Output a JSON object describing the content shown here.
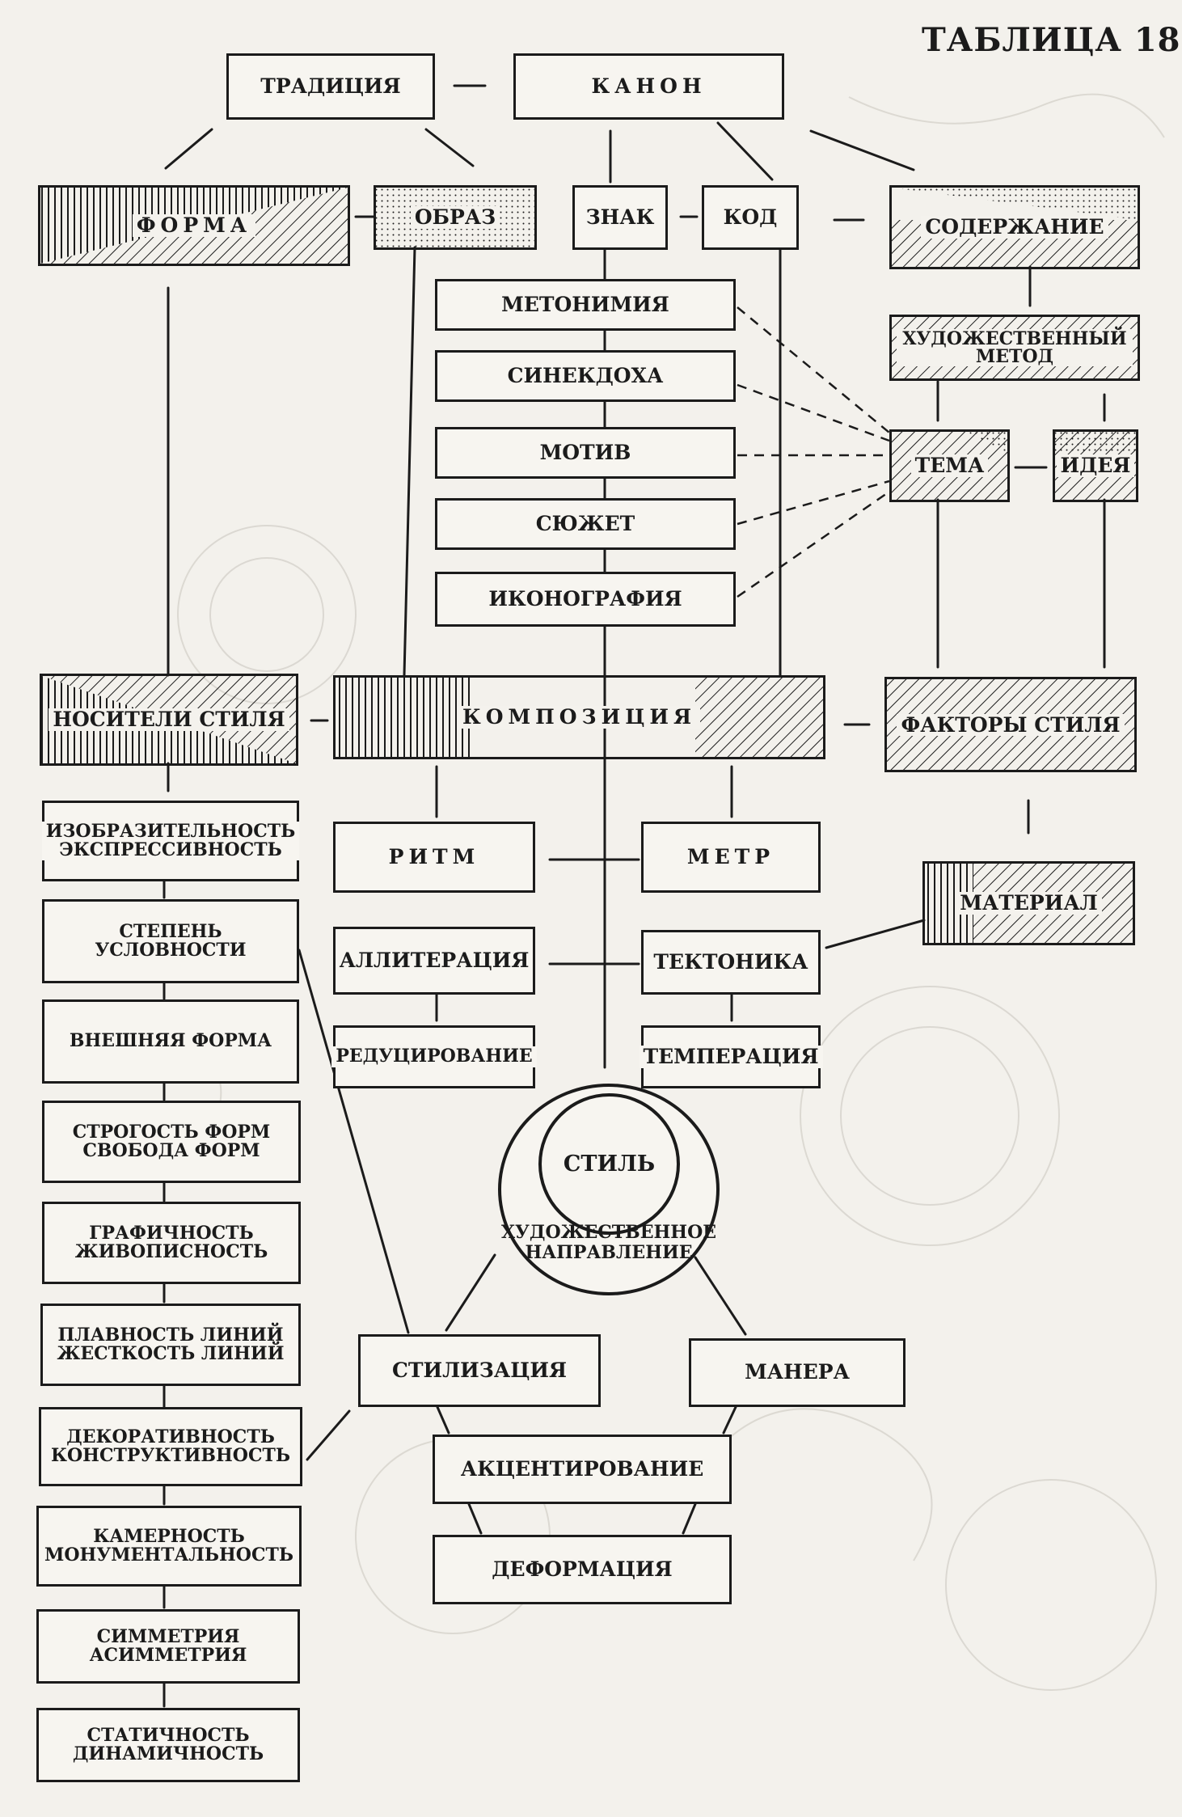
{
  "title": "ТАБЛИЦА 18",
  "nodes": {
    "tradition": "ТРАДИЦИЯ",
    "canon": "КАНОН",
    "form": "ФОРМА",
    "image": "ОБРАЗ",
    "sign": "ЗНАК",
    "code": "КОД",
    "content": "СОДЕРЖАНИЕ",
    "metonymy": "МЕТОНИМИЯ",
    "synecdoche": "СИНЕКДОХА",
    "motif": "МОТИВ",
    "plot": "СЮЖЕТ",
    "iconography": "ИКОНОГРАФИЯ",
    "art_method": "ХУДОЖЕСТВЕННЫЙ МЕТОД",
    "theme": "ТЕМА",
    "idea": "ИДЕЯ",
    "style_carriers": "НОСИТЕЛИ СТИЛЯ",
    "composition": "КОМПОЗИЦИЯ",
    "style_factors": "ФАКТОРЫ СТИЛЯ",
    "pictoriality": "ИЗОБРАЗИТЕЛЬНОСТЬ ЭКСПРЕССИВНОСТЬ",
    "convention": "СТЕПЕНЬ УСЛОВНОСТИ",
    "outer_form": "ВНЕШНЯЯ ФОРМА",
    "strictness": "СТРОГОСТЬ ФОРМ СВОБОДА ФОРМ",
    "graphic": "ГРАФИЧНОСТЬ ЖИВОПИСНОСТЬ",
    "smoothness": "ПЛАВНОСТЬ ЛИНИЙ ЖЕСТКОСТЬ ЛИНИЙ",
    "decorativeness": "ДЕКОРАТИВНОСТЬ КОНСТРУКТИВНОСТЬ",
    "chamber": "КАМЕРНОСТЬ МОНУМЕНТАЛЬНОСТЬ",
    "symmetry": "СИММЕТРИЯ АСИММЕТРИЯ",
    "static": "СТАТИЧНОСТЬ ДИНАМИЧНОСТЬ",
    "rhythm": "РИТМ",
    "meter": "МЕТР",
    "alliteration": "АЛЛИТЕРАЦИЯ",
    "tectonics": "ТЕКТОНИКА",
    "reduction": "РЕДУЦИРОВАНИЕ",
    "temperation": "ТЕМПЕРАЦИЯ",
    "material": "МАТЕРИАЛ",
    "style": "СТИЛЬ",
    "art_direction": "ХУДОЖЕСТВЕННОЕ НАПРАВЛЕНИЕ",
    "stylization": "СТИЛИЗАЦИЯ",
    "manner": "МАНЕРА",
    "accentuation": "АКЦЕНТИРОВАНИЕ",
    "deformation": "ДЕФОРМАЦИЯ"
  },
  "colors": {
    "ink": "#1b1b1b",
    "paper": "#f3f1ec"
  }
}
